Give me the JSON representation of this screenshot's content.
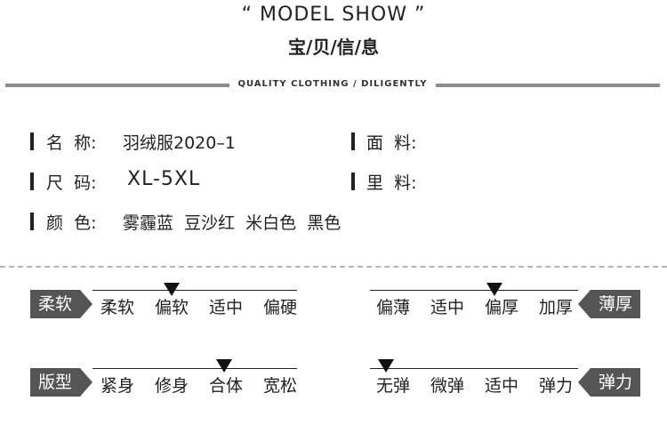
{
  "header": {
    "title_en": "“ MODEL SHOW ”",
    "title_cn": "宝/贝/信/息",
    "tagline": "QUALITY CLOTHING / DILIGENTLY"
  },
  "info": {
    "name_label": "名  称:",
    "name_value": "羽绒服2020–1",
    "fabric_label": "面  料:",
    "fabric_value": "",
    "size_label": "尺  码:",
    "size_value": "XL-5XL",
    "lining_label": "里  料:",
    "lining_value": "",
    "color_label": "颜  色:",
    "color_value": "雾霾蓝  豆沙红  米白色  黑色"
  },
  "scales": {
    "softness": {
      "label": "柔软",
      "options": [
        "柔软",
        "偏软",
        "适中",
        "偏硬"
      ],
      "selected": "偏软"
    },
    "thickness": {
      "label": "薄厚",
      "options": [
        "偏薄",
        "适中",
        "偏厚",
        "加厚"
      ],
      "selected": "偏厚"
    },
    "fit": {
      "label": "版型",
      "options": [
        "紧身",
        "修身",
        "合体",
        "宽松"
      ],
      "selected": "合体"
    },
    "elasticity": {
      "label": "弹力",
      "options": [
        "无弹",
        "微弹",
        "适中",
        "弹力"
      ],
      "selected": "无弹"
    }
  }
}
